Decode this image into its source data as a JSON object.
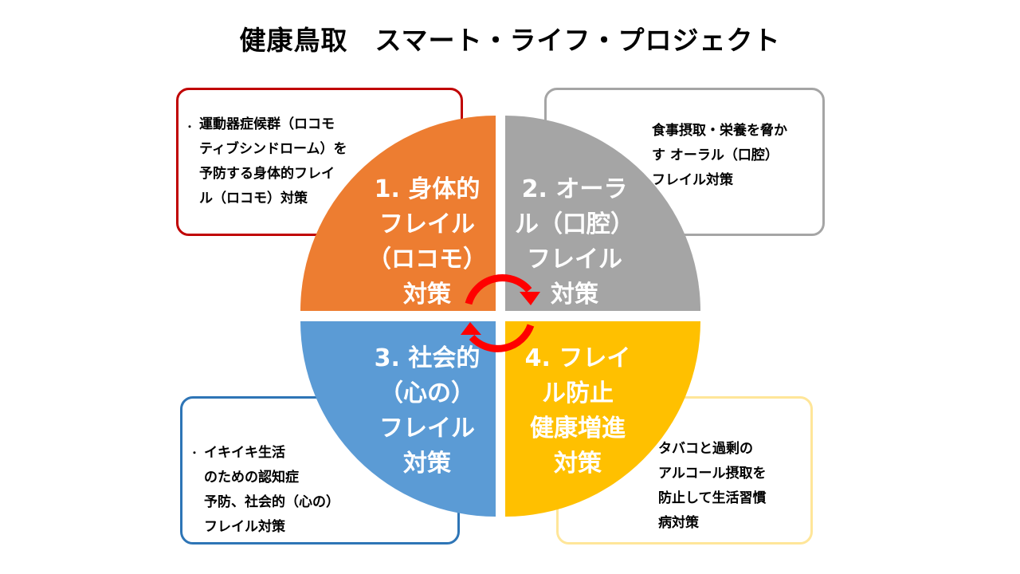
{
  "title": "健康鳥取　スマート・ライフ・プロジェクト",
  "colors": {
    "q1": "#ED7D31",
    "q2": "#A5A5A5",
    "q3": "#5B9BD5",
    "q4": "#FFC000",
    "border_tl": "#C00000",
    "border_tr": "#A5A5A5",
    "border_bl": "#2E75B6",
    "border_br": "#FFE699",
    "arrow": "#FF0000"
  },
  "quadrants": [
    {
      "id": "1",
      "lines": [
        "1. 身体的",
        "フレイル",
        "（ロコモ）",
        "対策"
      ]
    },
    {
      "id": "2",
      "lines": [
        "2. オーラ",
        "ル（口腔）",
        "フレイル",
        "対策"
      ]
    },
    {
      "id": "3",
      "lines": [
        "3. 社会的",
        "（心の）",
        "フレイル",
        "対策"
      ]
    },
    {
      "id": "4",
      "lines": [
        "4. フレイ",
        "ル防止",
        "健康増進",
        "対策"
      ]
    }
  ],
  "boxes": {
    "tl": {
      "bullet": "・",
      "lines": [
        "運動器症候群（ロコモ",
        "ティブシンドローム）を",
        "予防する身体的フレイ",
        "ル（ロコモ）対策"
      ]
    },
    "tr": {
      "lines": [
        "食事摂取・栄養を脅か",
        "す オーラル（口腔）",
        "フレイル対策"
      ]
    },
    "bl": {
      "bullet": "・",
      "lines": [
        "イキイキ生活",
        "のための認知症",
        "予防、社会的（心の）",
        "フレイル対策"
      ]
    },
    "br": {
      "lines": [
        "タバコと過剰の",
        "アルコール摂取を",
        "防止して生活習慣",
        "病対策"
      ]
    }
  },
  "icons": {
    "cycle": "circular-arrow-icon"
  }
}
